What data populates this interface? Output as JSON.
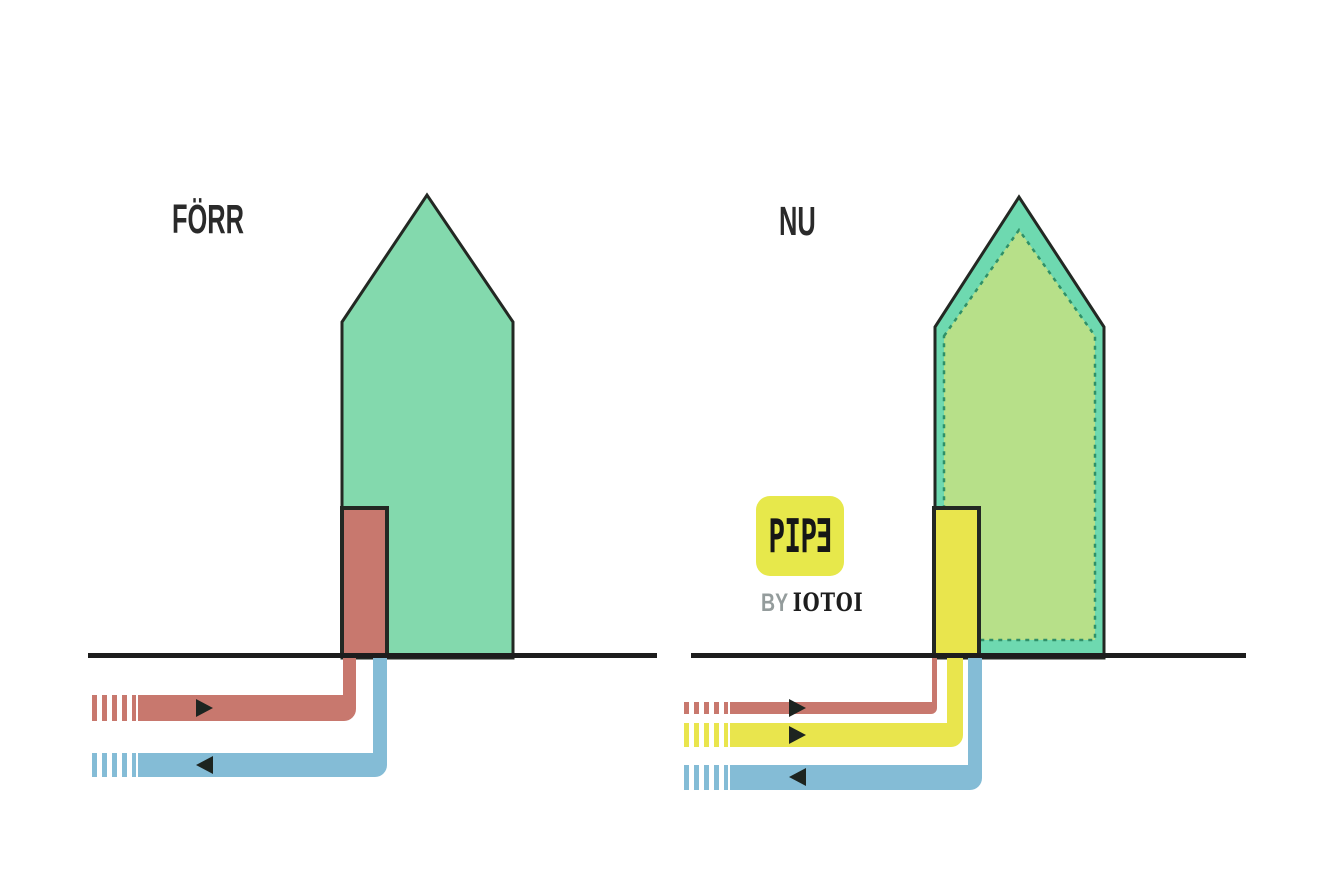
{
  "colors": {
    "background": "#ffffff",
    "outline": "#232823",
    "ground": "#1d1d1d",
    "mint": "#83d9ad",
    "teal": "#6ed9b0",
    "inner_green": "#b7e089",
    "dashed_green": "#2f9068",
    "salmon": "#c8786e",
    "blue": "#84bcd6",
    "yellow": "#e9e54d",
    "badge_yellow": "#e7e84b",
    "arrow": "#1d2420",
    "by_gray": "#949c9c",
    "text": "#2a2a2a"
  },
  "before_panel": {
    "label": "FÖRR",
    "house": {
      "fill_key": "mint",
      "door_fill_key": "salmon"
    },
    "pipes": [
      {
        "name": "supply-pipe",
        "color_key": "salmon",
        "direction": "right",
        "style": "thick",
        "start": "dashed"
      },
      {
        "name": "return-pipe",
        "color_key": "blue",
        "direction": "left",
        "style": "thick",
        "start": "dashed"
      }
    ]
  },
  "now_panel": {
    "label": "NU",
    "house": {
      "fill_key": "teal",
      "inner_fill_key": "inner_green",
      "inner_border": "dashed",
      "door_fill_key": "yellow"
    },
    "logo": {
      "text_prefix": "PIP",
      "text_reversed_letter": "E",
      "by_label": "BY",
      "brand": "IOTOI"
    },
    "pipes": [
      {
        "name": "supply-pipe",
        "color_key": "salmon",
        "direction": "right",
        "style": "thin",
        "start": "dashed"
      },
      {
        "name": "pipe-system-pipe",
        "color_key": "yellow",
        "direction": "right",
        "style": "thick",
        "start": "dashed"
      },
      {
        "name": "return-pipe",
        "color_key": "blue",
        "direction": "left",
        "style": "thick",
        "start": "dashed"
      }
    ]
  }
}
